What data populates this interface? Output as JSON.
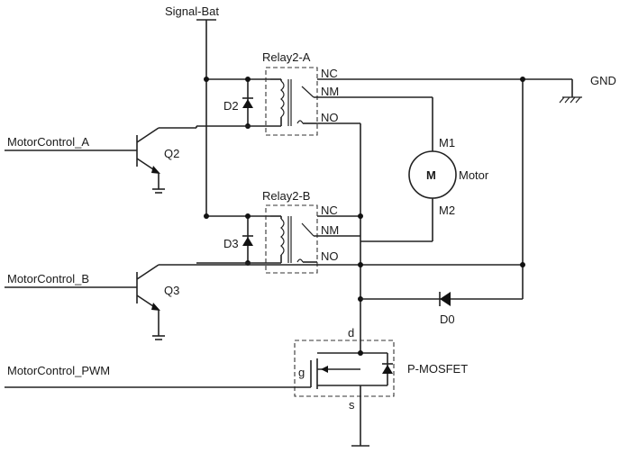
{
  "labels": {
    "signal_bat": "Signal-Bat",
    "gnd": "GND",
    "relay_a": "Relay2-A",
    "relay_b": "Relay2-B",
    "nc": "NC",
    "nm": "NM",
    "no": "NO",
    "d2": "D2",
    "d3": "D3",
    "d0": "D0",
    "q2": "Q2",
    "q3": "Q3",
    "m1": "M1",
    "m2": "M2",
    "motor_symbol": "M",
    "motor": "Motor",
    "motor_control_a": "MotorControl_A",
    "motor_control_b": "MotorControl_B",
    "motor_control_pwm": "MotorControl_PWM",
    "mosfet": "P-MOSFET",
    "d": "d",
    "g": "g",
    "s": "s"
  }
}
